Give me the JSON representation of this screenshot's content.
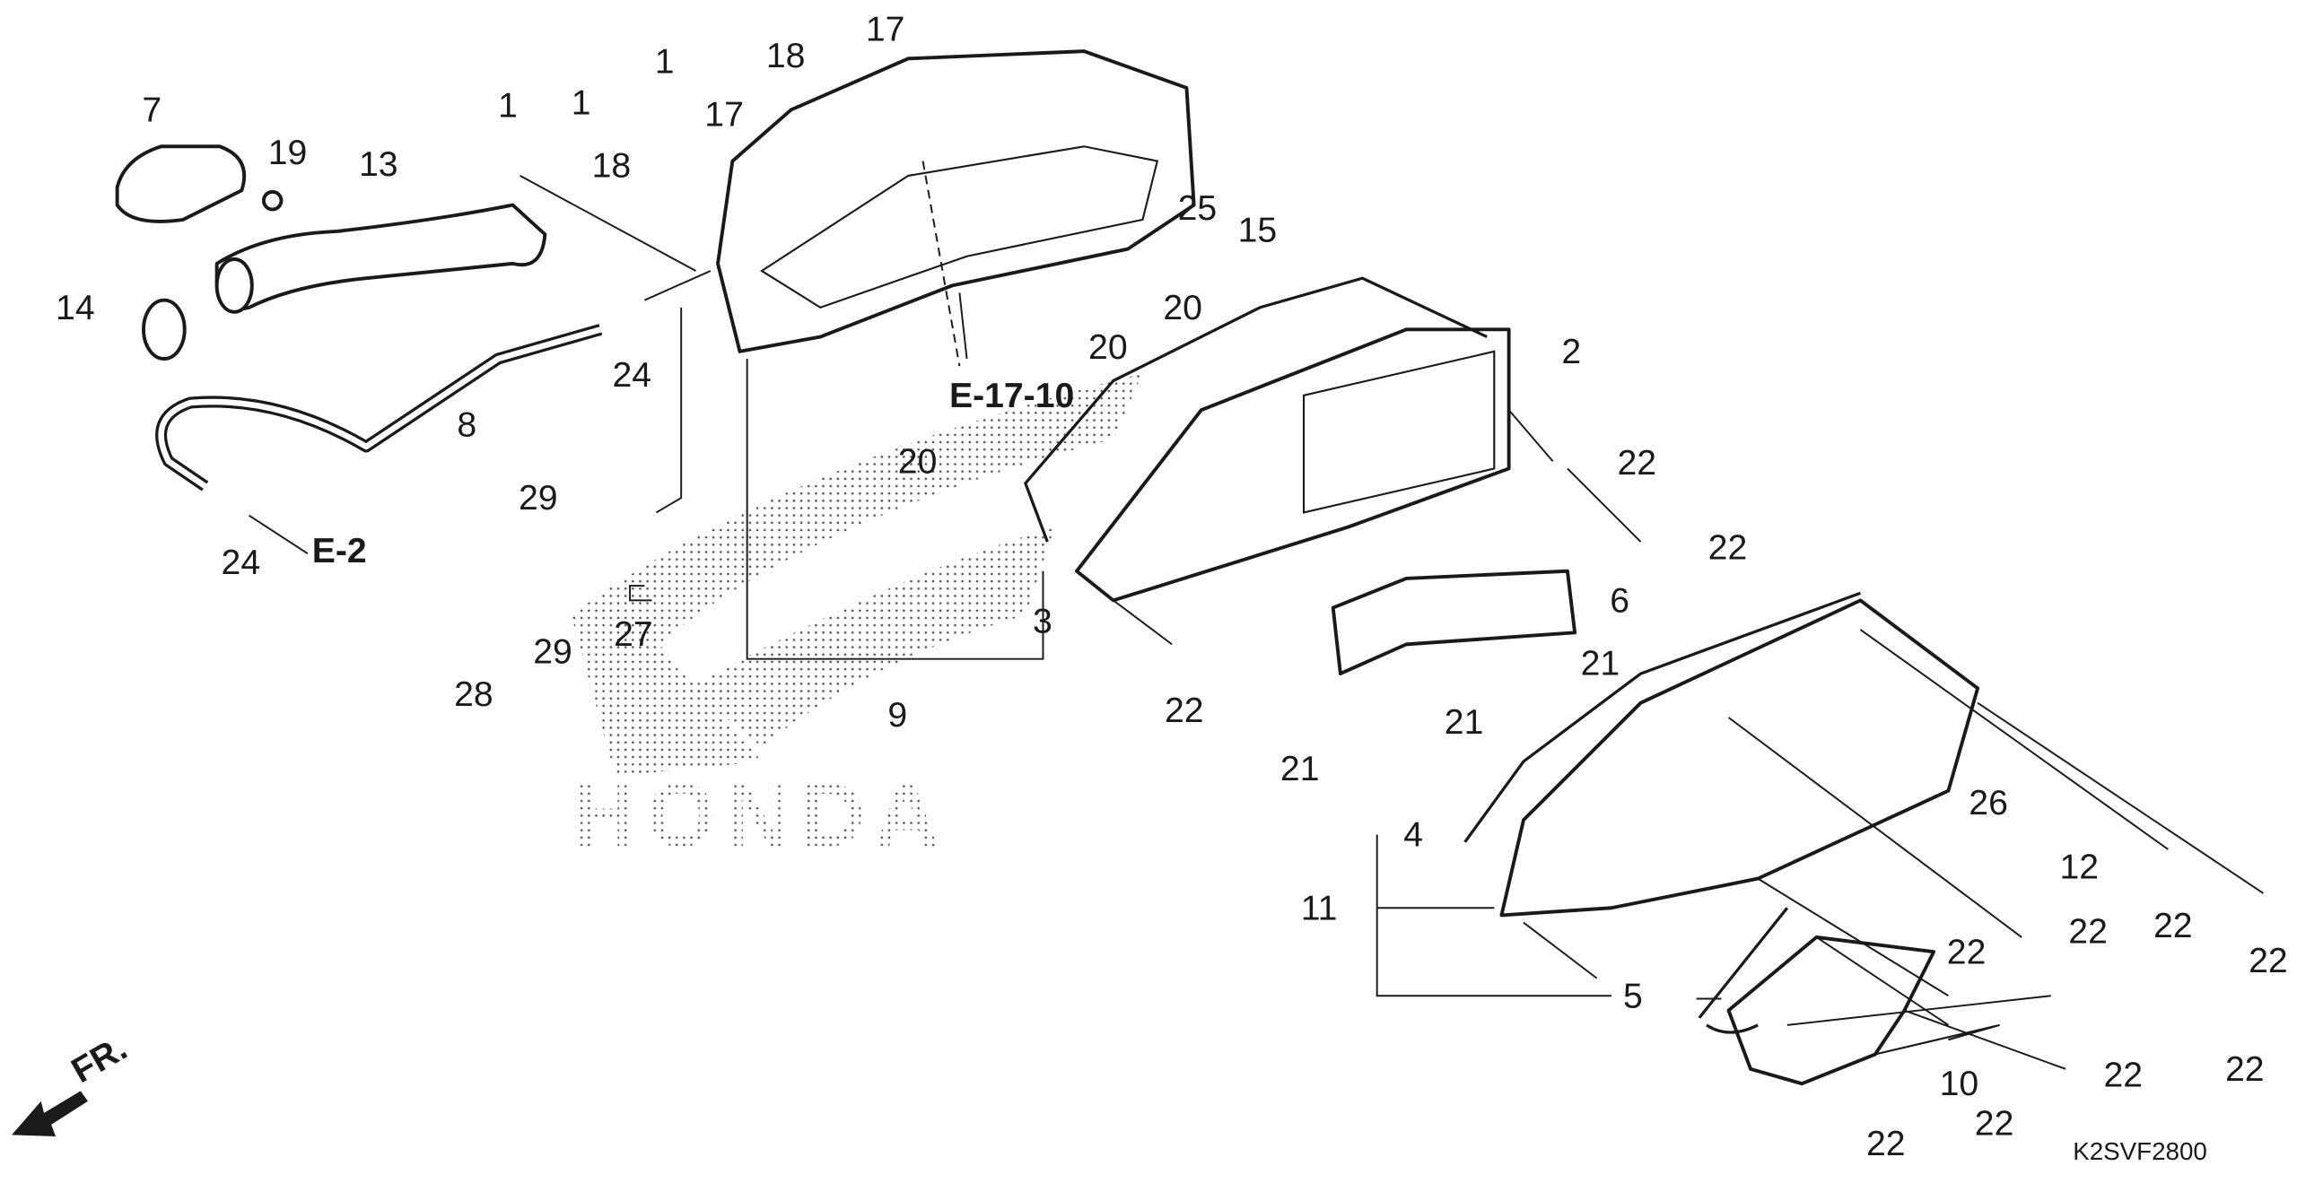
{
  "diagram": {
    "title": "Air cleaner parts diagram",
    "code": "K2SVF2800",
    "brand_watermark": "HONDA",
    "direction_label": "FR.",
    "references": [
      "E-2",
      "E-17-10"
    ],
    "callouts": {
      "c1a": "1",
      "c1b": "1",
      "c1c": "1",
      "c2": "2",
      "c3": "3",
      "c4": "4",
      "c5": "5",
      "c6": "6",
      "c7": "7",
      "c8": "8",
      "c9": "9",
      "c10": "10",
      "c11": "11",
      "c12": "12",
      "c13": "13",
      "c14": "14",
      "c15": "15",
      "c17a": "17",
      "c17b": "17",
      "c18a": "18",
      "c18b": "18",
      "c19": "19",
      "c20a": "20",
      "c20b": "20",
      "c20c": "20",
      "c21a": "21",
      "c21b": "21",
      "c21c": "21",
      "c22a": "22",
      "c22b": "22",
      "c22c": "22",
      "c22d": "22",
      "c22e": "22",
      "c22f": "22",
      "c22g": "22",
      "c22h": "22",
      "c22i": "22",
      "c22j": "22",
      "c22k": "22",
      "c24a": "24",
      "c24b": "24",
      "c25": "25",
      "c26": "26",
      "c27": "27",
      "c28": "28",
      "c29a": "29",
      "c29b": "29"
    },
    "colors": {
      "ink": "#1a1a1a",
      "background": "#ffffff"
    }
  }
}
